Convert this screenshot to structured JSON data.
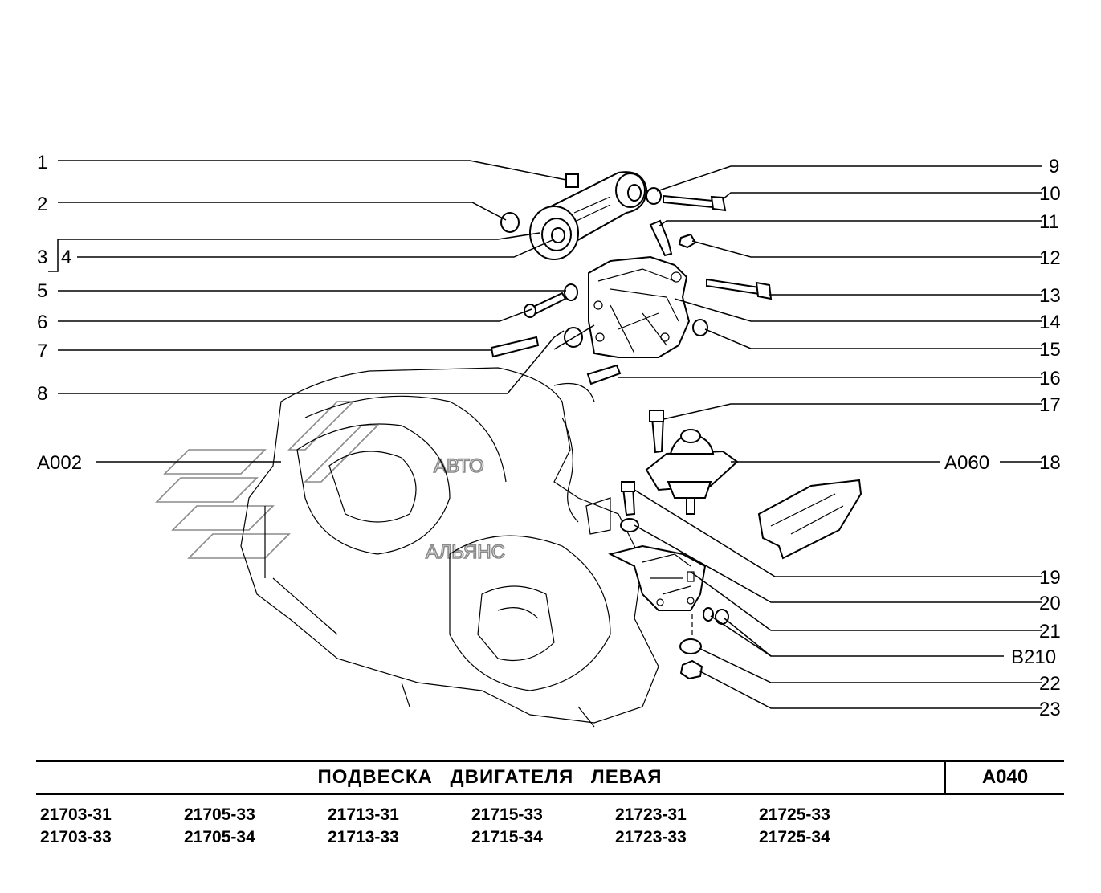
{
  "callouts_left": [
    "1",
    "2",
    "3",
    "4",
    "5",
    "6",
    "7",
    "8",
    "A002"
  ],
  "callouts_right": [
    "9",
    "10",
    "11",
    "12",
    "13",
    "14",
    "15",
    "16",
    "17",
    "A060",
    "18",
    "19",
    "20",
    "21",
    "B210",
    "22",
    "23"
  ],
  "watermark": {
    "line1": "АВТО",
    "line2": "АЛЬЯНС"
  },
  "title": {
    "text": "ПОДВЕСКА ДВИГАТЕЛЯ ЛЕВАЯ",
    "code": "A040"
  },
  "models": [
    [
      "21703-31",
      "21703-33"
    ],
    [
      "21705-33",
      "21705-34"
    ],
    [
      "21713-31",
      "21713-33"
    ],
    [
      "21715-33",
      "21715-34"
    ],
    [
      "21723-31",
      "21723-33"
    ],
    [
      "21725-33",
      "21725-34"
    ]
  ]
}
